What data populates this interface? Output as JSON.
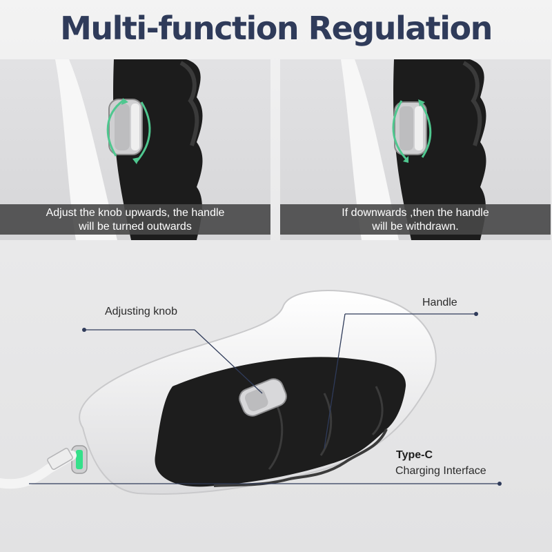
{
  "title": "Multi-function Regulation",
  "panels": [
    {
      "caption_line1": "Adjust the knob upwards, the handle",
      "caption_line2": "will be turned outwards"
    },
    {
      "caption_line1": "If downwards ,then the handle",
      "caption_line2": "will be withdrawn."
    }
  ],
  "callouts": {
    "knob": "Adjusting knob",
    "handle": "Handle",
    "typec_title": "Type-C",
    "typec_sub": "Charging Interface"
  },
  "colors": {
    "title": "#2f3b5a",
    "leader_line": "#2f3b5a",
    "grip": "#1c1c1c",
    "arrow": "#4fc78f",
    "led": "#35e08a"
  }
}
